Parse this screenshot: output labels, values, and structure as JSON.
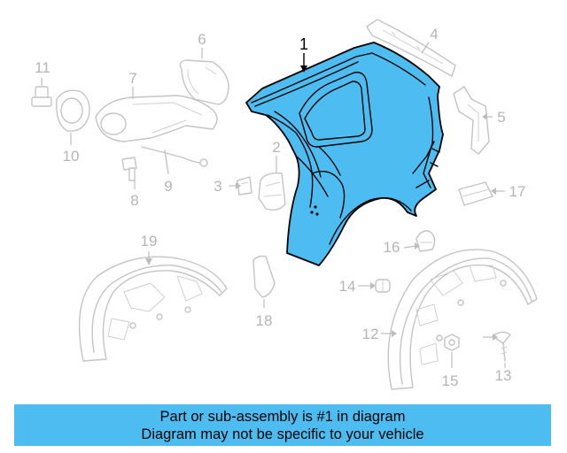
{
  "diagram": {
    "highlight_color": "#4dbdf1",
    "ghost_color": "#c4c4c4",
    "callouts": [
      {
        "id": "1",
        "label": "1"
      },
      {
        "id": "2",
        "label": "2"
      },
      {
        "id": "3",
        "label": "3"
      },
      {
        "id": "4",
        "label": "4"
      },
      {
        "id": "5",
        "label": "5"
      },
      {
        "id": "6",
        "label": "6"
      },
      {
        "id": "7",
        "label": "7"
      },
      {
        "id": "8",
        "label": "8"
      },
      {
        "id": "9",
        "label": "9"
      },
      {
        "id": "10",
        "label": "10"
      },
      {
        "id": "11",
        "label": "11"
      },
      {
        "id": "12",
        "label": "12"
      },
      {
        "id": "13",
        "label": "13"
      },
      {
        "id": "14",
        "label": "14"
      },
      {
        "id": "15",
        "label": "15"
      },
      {
        "id": "16",
        "label": "16"
      },
      {
        "id": "17",
        "label": "17"
      },
      {
        "id": "18",
        "label": "18"
      },
      {
        "id": "19",
        "label": "19"
      }
    ]
  },
  "banner": {
    "line1": "Part or sub-assembly is #1 in diagram",
    "line2": "Diagram may not be specific to your vehicle",
    "background": "#4dbdf1"
  }
}
